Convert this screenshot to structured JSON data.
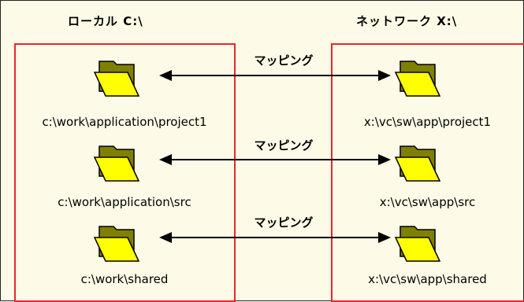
{
  "headers": {
    "local": "ローカル C:\\",
    "network": "ネットワーク X:\\"
  },
  "mapping_label": "マッピング",
  "rows": [
    {
      "local_path": "c:\\work\\application\\project1",
      "network_path": "x:\\vc\\sw\\app\\project1"
    },
    {
      "local_path": "c:\\work\\application\\src",
      "network_path": "x:\\vc\\sw\\app\\src"
    },
    {
      "local_path": "c:\\work\\shared",
      "network_path": "x:\\vc\\sw\\app\\shared"
    }
  ],
  "colors": {
    "background": "#fdfbe7",
    "box_border": "#e8262c",
    "folder_fill": "#ffff00",
    "folder_back": "#808000",
    "arrow": "#000000"
  }
}
